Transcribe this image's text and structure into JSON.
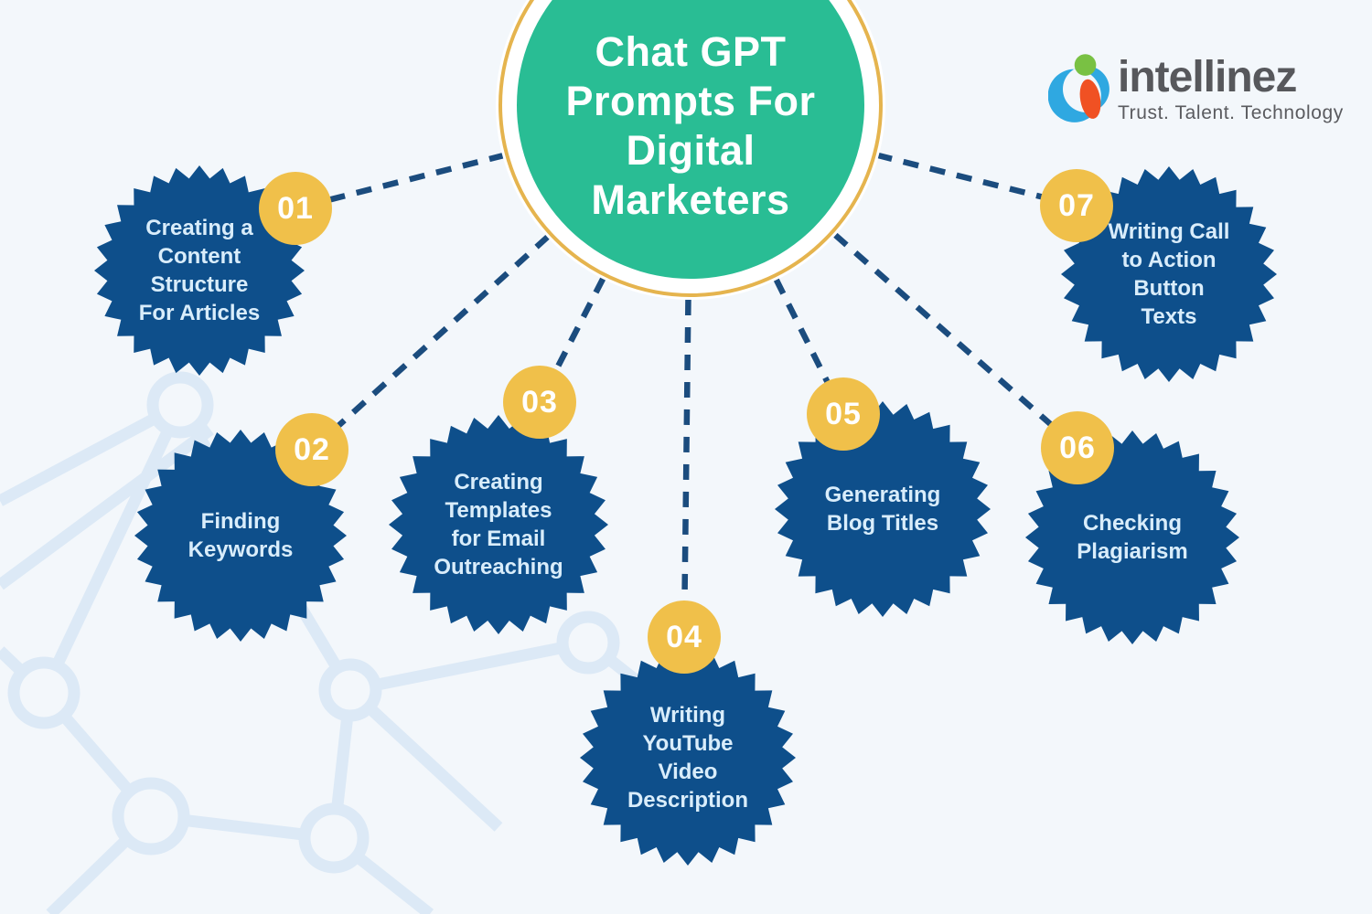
{
  "title_lines": [
    "Chat GPT",
    "Prompts For",
    "Digital",
    "Marketers"
  ],
  "logo": {
    "name": "intellinez",
    "tagline": "Trust. Talent. Technology"
  },
  "badges": [
    {
      "number": "01",
      "label": "Creating a Content Structure For Articles",
      "lines": [
        "Creating a",
        "Content",
        "Structure",
        "For Articles"
      ]
    },
    {
      "number": "02",
      "label": "Finding Keywords",
      "lines": [
        "Finding",
        "Keywords"
      ]
    },
    {
      "number": "03",
      "label": "Creating Templates for Email Outreaching",
      "lines": [
        "Creating",
        "Templates",
        "for Email",
        "Outreaching"
      ]
    },
    {
      "number": "04",
      "label": "Writing YouTube Video Description",
      "lines": [
        "Writing",
        "YouTube",
        "Video",
        "Description"
      ]
    },
    {
      "number": "05",
      "label": "Generating Blog Titles",
      "lines": [
        "Generating",
        "Blog Titles"
      ]
    },
    {
      "number": "06",
      "label": "Checking Plagiarism",
      "lines": [
        "Checking",
        "Plagiarism"
      ]
    },
    {
      "number": "07",
      "label": "Writing Call to Action Button Texts",
      "lines": [
        "Writing Call",
        "to Action",
        "Button",
        "Texts"
      ]
    }
  ],
  "colors": {
    "background": "#f3f7fb",
    "network_pattern": "#dce9f6",
    "badge_blue": "#0e4f8b",
    "badge_text": "#d9edfb",
    "connector_dash": "#1b4c7e",
    "center_green": "#29bd94",
    "gold_ring": "#e5b44e",
    "number_yellow": "#f0c04a",
    "title_white": "#ffffff",
    "logo_gray": "#57585c",
    "logo_blue": "#2fa8e1",
    "logo_green": "#79c143",
    "logo_orange": "#f05123"
  }
}
